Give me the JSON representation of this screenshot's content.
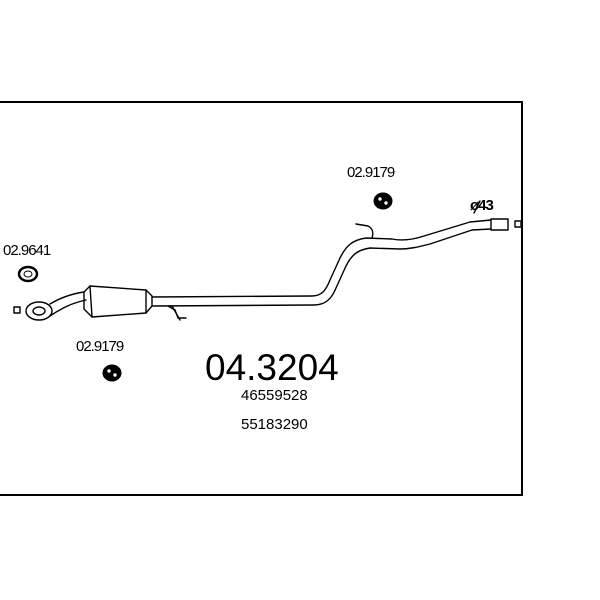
{
  "diagram": {
    "main_part_number": "04.3204",
    "oem_numbers": [
      "46559528",
      "55183290"
    ],
    "parts": [
      {
        "number": "02.9641",
        "icon": "gasket-icon"
      },
      {
        "number": "02.9179",
        "icon": "rubber-mount-icon"
      },
      {
        "number": "02.9179",
        "icon": "rubber-mount-icon"
      }
    ],
    "diameter_label": "ø43"
  }
}
